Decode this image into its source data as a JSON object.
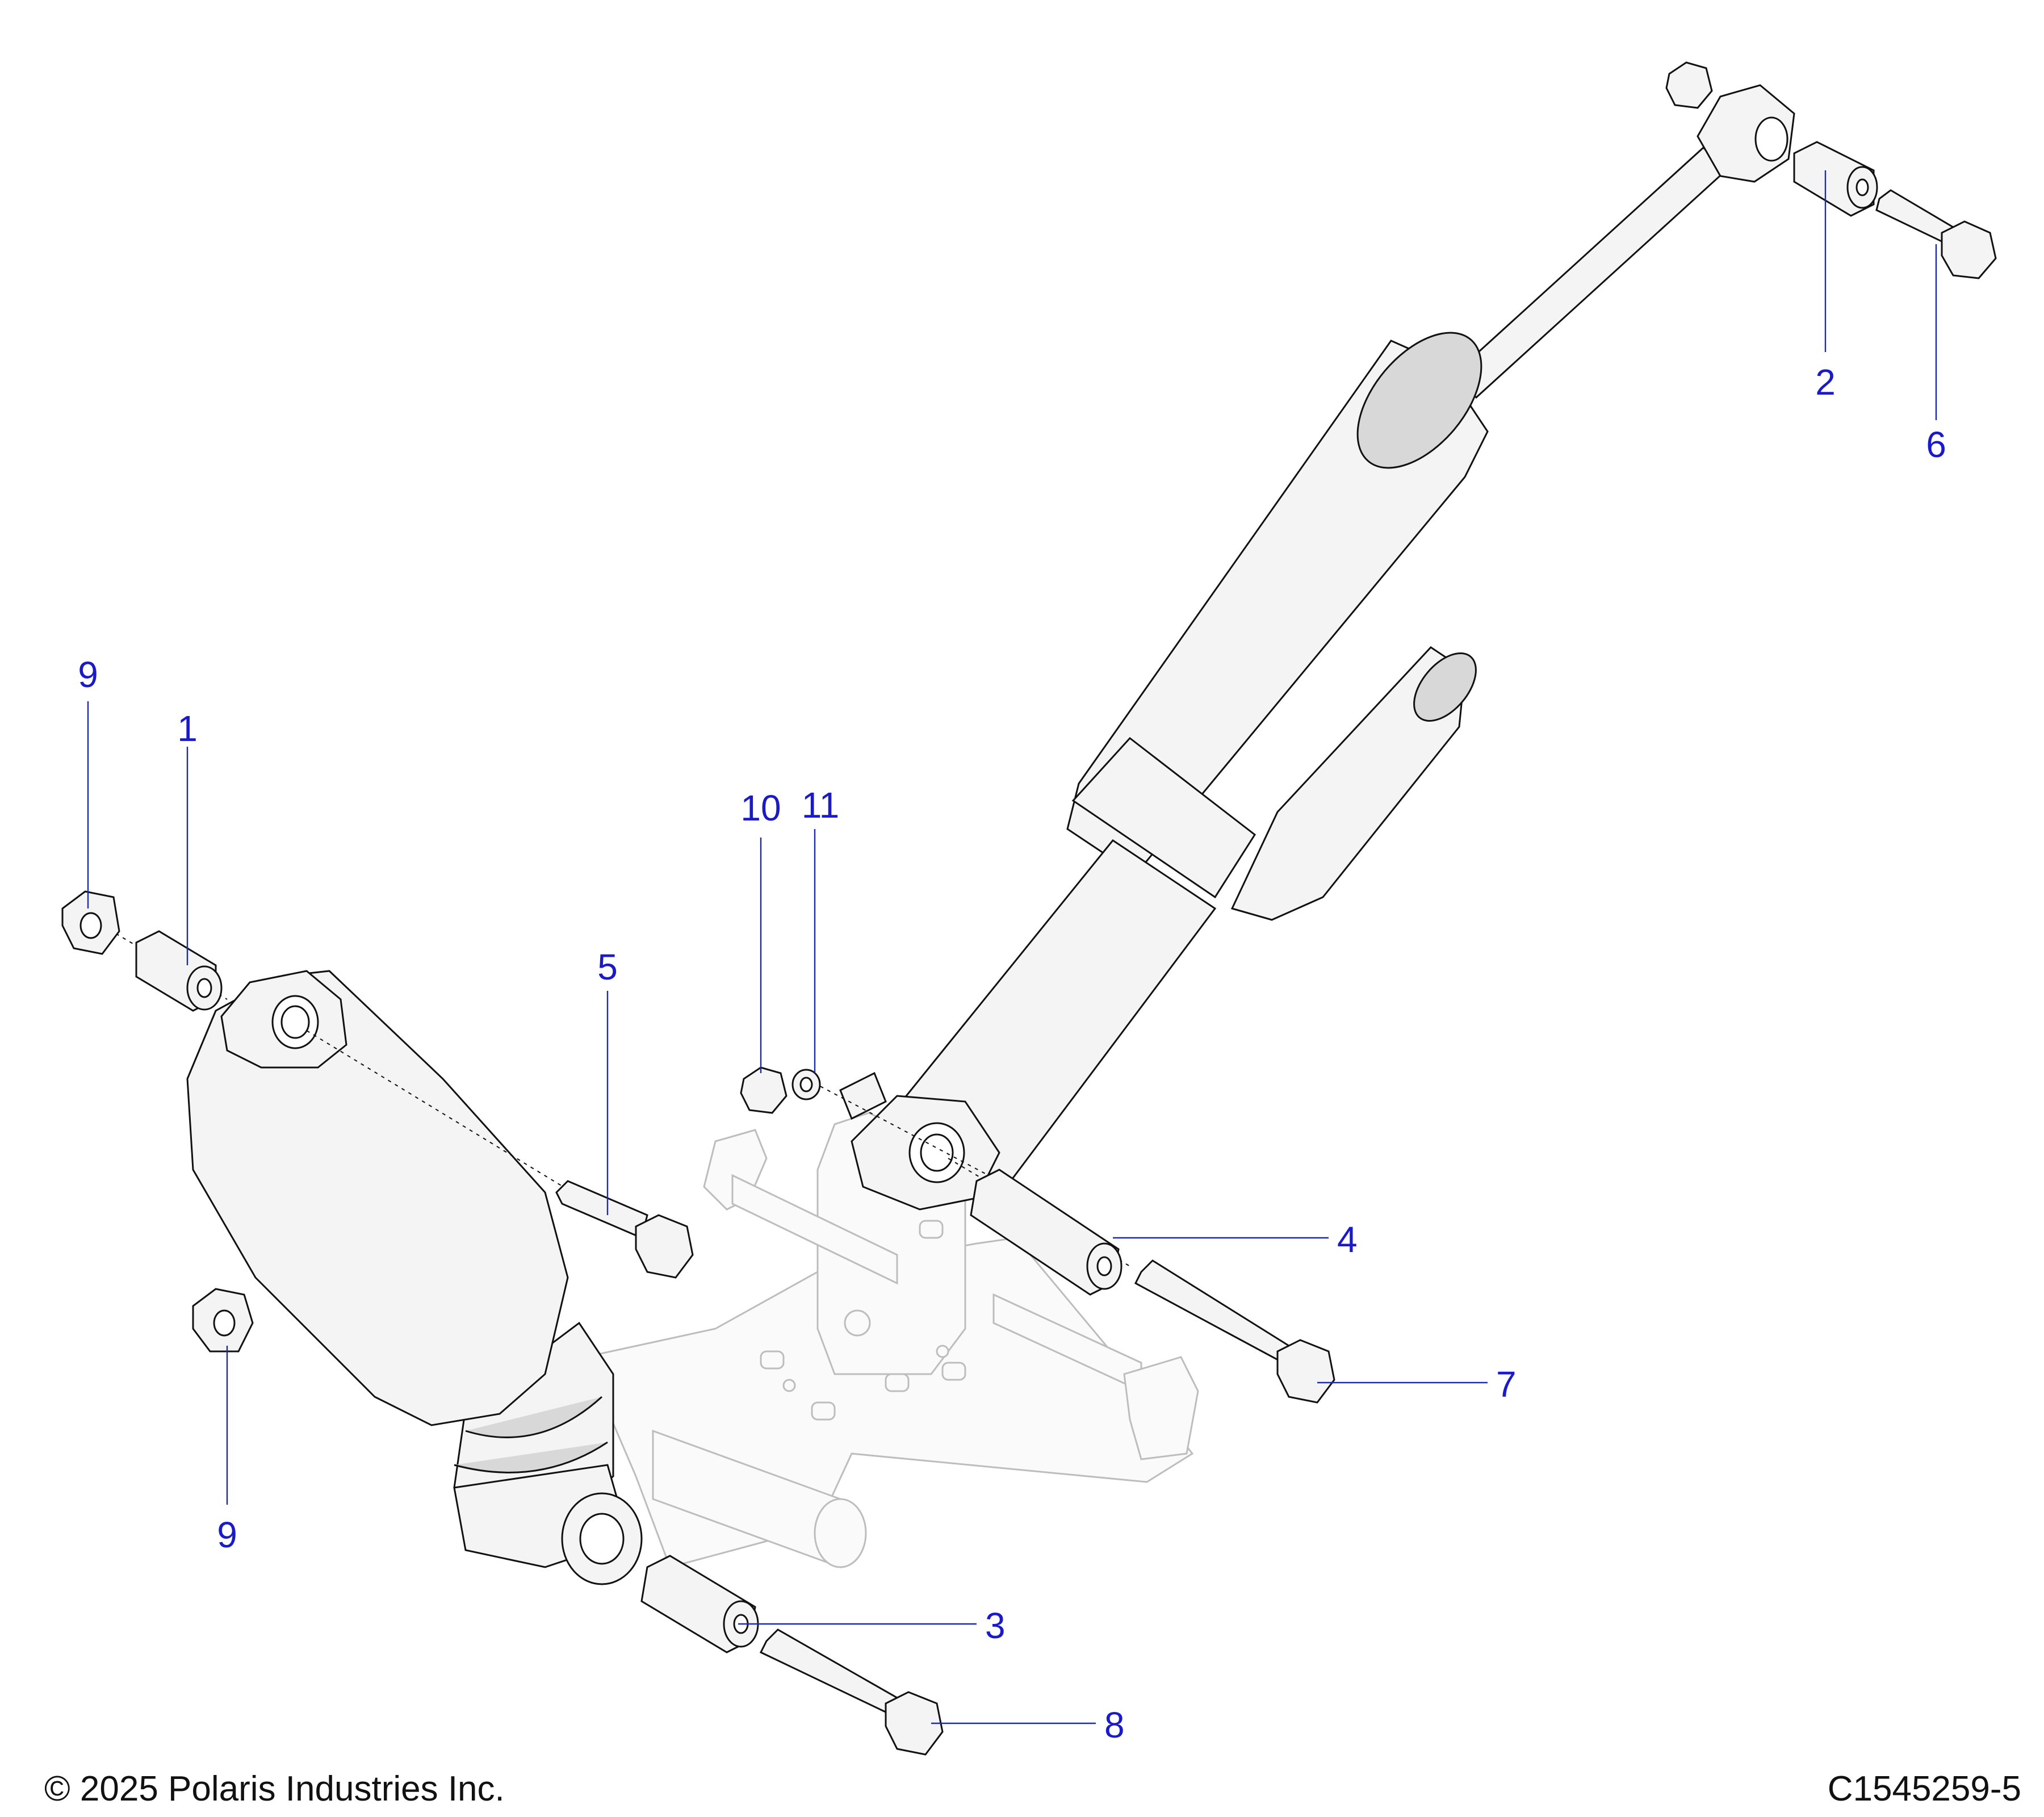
{
  "callouts": {
    "c1": "1",
    "c2": "2",
    "c3": "3",
    "c4": "4",
    "c5": "5",
    "c6": "6",
    "c7": "7",
    "c8": "8",
    "c9a": "9",
    "c9b": "9",
    "c10": "10",
    "c11": "11"
  },
  "footer": {
    "copyright": "© 2025 Polaris Industries Inc.",
    "drawing_number": "C1545259-5"
  },
  "colors": {
    "callout": "#1a1ac8",
    "leader": "#1f2aa8",
    "line": "#111111"
  }
}
